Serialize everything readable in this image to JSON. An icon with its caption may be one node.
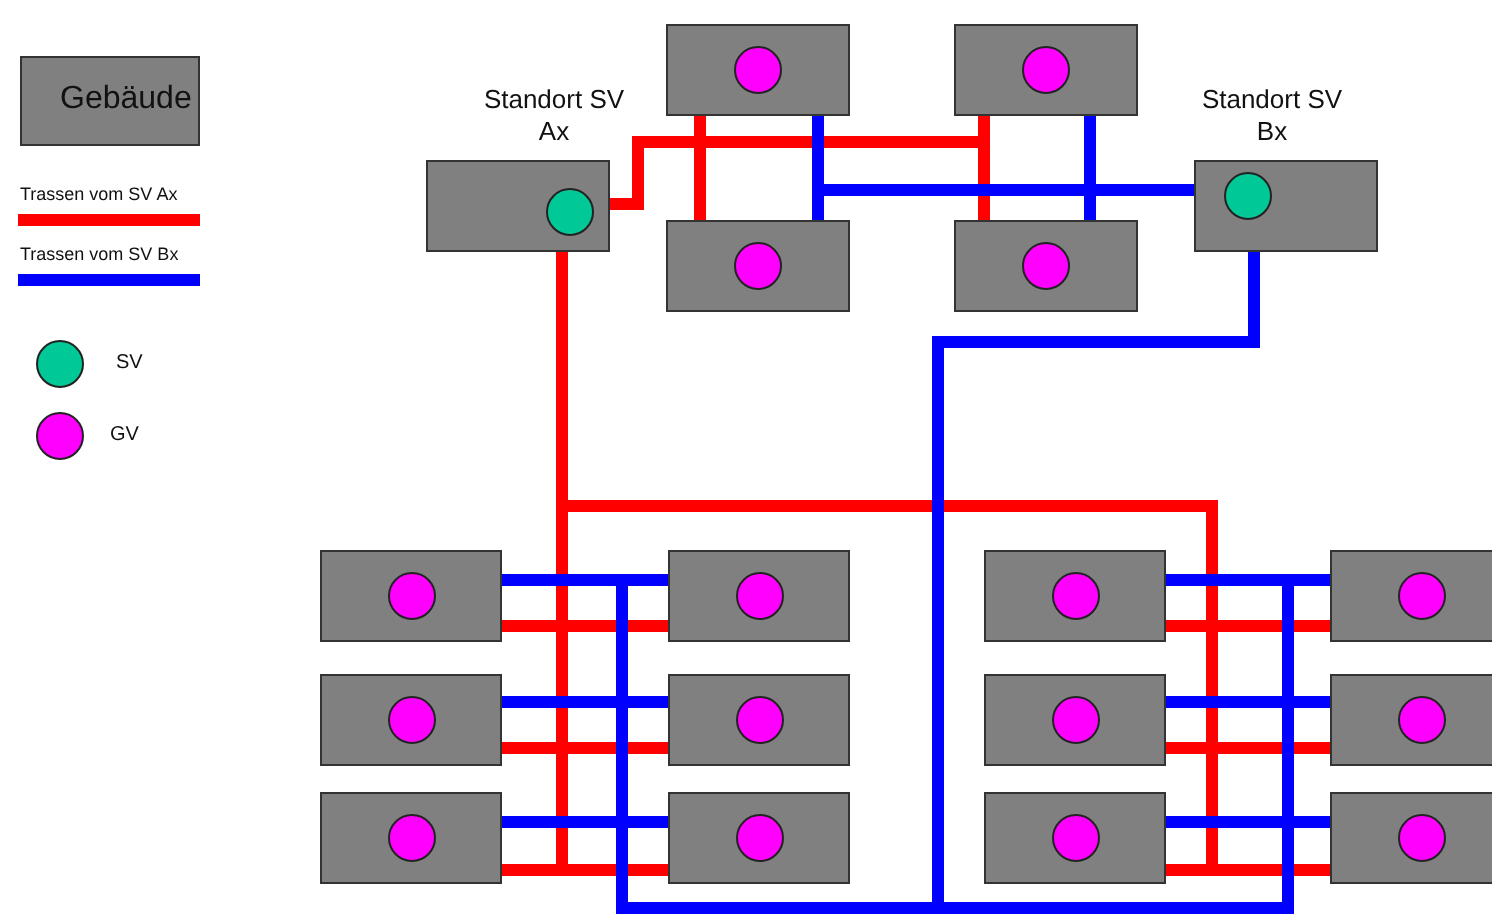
{
  "diagram": {
    "nodes": [
      {
        "text": [],
        "shape": "box"
      },
      {
        "text": [],
        "shape": "circle",
        "in": 0
      },
      {
        "text": [],
        "shape": "box"
      },
      {
        "text": [],
        "shape": "circle",
        "in": 2
      },
      {
        "text": [],
        "shape": "box",
        "beside": [
          "Standort SV Ax"
        ]
      },
      {
        "text": [],
        "shape": "circle",
        "in": 4
      },
      {
        "text": [],
        "shape": "box",
        "beside": [
          "Standort SV Bx"
        ]
      },
      {
        "text": [],
        "shape": "circle",
        "in": 6
      },
      {
        "text": [],
        "shape": "box"
      },
      {
        "text": [],
        "shape": "circle",
        "in": 8
      },
      {
        "text": [],
        "shape": "box"
      },
      {
        "text": [],
        "shape": "circle",
        "in": 10
      },
      {
        "text": [],
        "shape": "box"
      },
      {
        "text": [],
        "shape": "circle",
        "in": 12
      },
      {
        "text": [],
        "shape": "box"
      },
      {
        "text": [],
        "shape": "circle",
        "in": 14
      },
      {
        "text": [],
        "shape": "box"
      },
      {
        "text": [],
        "shape": "circle",
        "in": 16
      },
      {
        "text": [],
        "shape": "box"
      },
      {
        "text": [],
        "shape": "circle",
        "in": 18
      },
      {
        "text": [],
        "shape": "box"
      },
      {
        "text": [],
        "shape": "circle",
        "in": 20
      },
      {
        "text": [],
        "shape": "box"
      },
      {
        "text": [],
        "shape": "circle",
        "in": 22
      },
      {
        "text": [],
        "shape": "box"
      },
      {
        "text": [],
        "shape": "circle",
        "in": 24
      },
      {
        "text": [],
        "shape": "box"
      },
      {
        "text": [],
        "shape": "circle",
        "in": 26
      },
      {
        "text": [],
        "shape": "box"
      },
      {
        "text": [],
        "shape": "circle",
        "in": 28
      },
      {
        "text": [],
        "shape": "box"
      },
      {
        "text": [],
        "shape": "circle",
        "in": 30
      },
      {
        "text": [],
        "shape": "box"
      },
      {
        "text": [],
        "shape": "circle",
        "in": 32
      },
      {
        "text": [],
        "shape": "box"
      },
      {
        "text": [],
        "shape": "circle",
        "in": 34
      }
    ],
    "edges": [
      {
        "from": 5,
        "to": 0,
        "arrow": "none",
        "color": "#ff0000"
      },
      {
        "from": 5,
        "to": 8,
        "arrow": "none",
        "color": "#ff0000"
      },
      {
        "from": 5,
        "to": 2,
        "arrow": "none",
        "color": "#ff0000"
      },
      {
        "from": 5,
        "to": 10,
        "arrow": "none",
        "color": "#ff0000"
      },
      {
        "from": 5,
        "to": 12,
        "arrow": "none",
        "color": "#ff0000"
      },
      {
        "from": 5,
        "to": 14,
        "arrow": "none",
        "color": "#ff0000"
      },
      {
        "from": 5,
        "to": 16,
        "arrow": "none",
        "color": "#ff0000"
      },
      {
        "from": 5,
        "to": 18,
        "arrow": "none",
        "color": "#ff0000"
      },
      {
        "from": 5,
        "to": 20,
        "arrow": "none",
        "color": "#ff0000"
      },
      {
        "from": 5,
        "to": 22,
        "arrow": "none",
        "color": "#ff0000"
      },
      {
        "from": 5,
        "to": 24,
        "arrow": "none",
        "color": "#ff0000"
      },
      {
        "from": 5,
        "to": 26,
        "arrow": "none",
        "color": "#ff0000"
      },
      {
        "from": 5,
        "to": 28,
        "arrow": "none",
        "color": "#ff0000"
      },
      {
        "from": 5,
        "to": 30,
        "arrow": "none",
        "color": "#ff0000"
      },
      {
        "from": 5,
        "to": 32,
        "arrow": "none",
        "color": "#ff0000"
      },
      {
        "from": 5,
        "to": 34,
        "arrow": "none",
        "color": "#ff0000"
      },
      {
        "from": 7,
        "to": 0,
        "arrow": "none",
        "color": "#0000ff"
      },
      {
        "from": 7,
        "to": 8,
        "arrow": "none",
        "color": "#0000ff"
      },
      {
        "from": 7,
        "to": 2,
        "arrow": "none",
        "color": "#0000ff"
      },
      {
        "from": 7,
        "to": 10,
        "arrow": "none",
        "color": "#0000ff"
      },
      {
        "from": 7,
        "to": 12,
        "arrow": "none",
        "color": "#0000ff"
      },
      {
        "from": 7,
        "to": 14,
        "arrow": "none",
        "color": "#0000ff"
      },
      {
        "from": 7,
        "to": 16,
        "arrow": "none",
        "color": "#0000ff"
      },
      {
        "from": 7,
        "to": 18,
        "arrow": "none",
        "color": "#0000ff"
      },
      {
        "from": 7,
        "to": 20,
        "arrow": "none",
        "color": "#0000ff"
      },
      {
        "from": 7,
        "to": 22,
        "arrow": "none",
        "color": "#0000ff"
      },
      {
        "from": 7,
        "to": 24,
        "arrow": "none",
        "color": "#0000ff"
      },
      {
        "from": 7,
        "to": 26,
        "arrow": "none",
        "color": "#0000ff"
      },
      {
        "from": 7,
        "to": 28,
        "arrow": "none",
        "color": "#0000ff"
      },
      {
        "from": 7,
        "to": 30,
        "arrow": "none",
        "color": "#0000ff"
      },
      {
        "from": 7,
        "to": 32,
        "arrow": "none",
        "color": "#0000ff"
      },
      {
        "from": 7,
        "to": 34,
        "arrow": "none",
        "color": "#0000ff"
      }
    ],
    "legend": [
      {
        "text": "Gebäude",
        "color": "#808080"
      },
      {
        "text": "Trassen vom SV Ax"
      },
      {
        "text": "Trassen vom SV Bx"
      },
      {
        "text": "SV",
        "color": "#00c896"
      },
      {
        "text": "GV",
        "color": "#ff00ff"
      }
    ]
  }
}
